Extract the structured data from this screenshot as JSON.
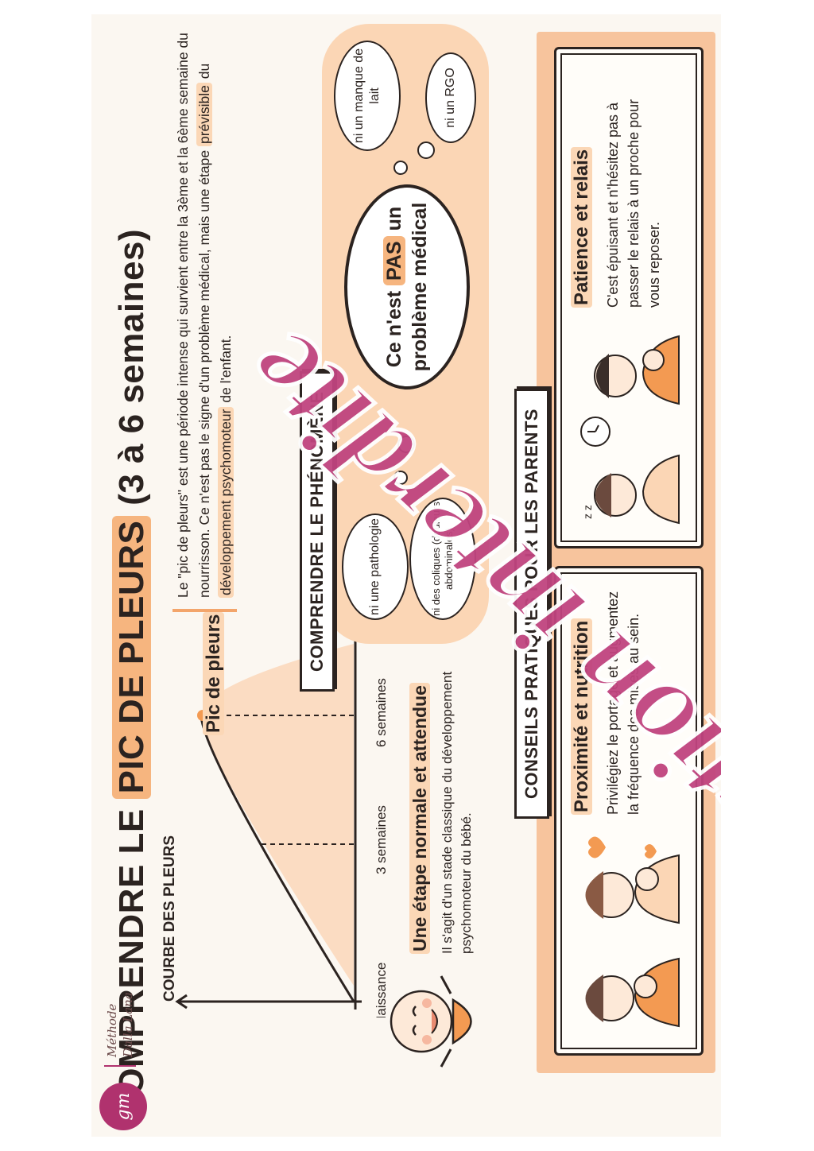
{
  "title": {
    "before": "COMPRENDRE LE ",
    "highlight": "PIC DE PLEURS",
    "after": " (3 à 6 semaines)"
  },
  "curve": {
    "title": "COURBE DES PLEURS",
    "axis": {
      "start": "Naissance",
      "t3": "3 semaines",
      "t6": "6 semaines"
    },
    "peak_label": "Pic de pleurs"
  },
  "intro": {
    "p1": "Le \"pic de pleurs\" est une période intense qui survient entre la 3ème et la 6ème semaine du nourrisson. Ce n'est pas le signe d'un problème médical, mais une étape ",
    "hl1": "prévisible",
    "p2": " du ",
    "hl2": "développement psychomoteur",
    "p3": " de l'enfant."
  },
  "section1": {
    "banner": "COMPRENDRE LE PHÉNOMÈNE"
  },
  "step": {
    "title": "Une étape normale et attendue",
    "text": "Il s'agit d'un stade classique du développement psychomoteur du bébé."
  },
  "clouds": {
    "main_before": "Ce n'est ",
    "main_hl": "PAS",
    "main_after": " un problème médical",
    "c1": "ni une pathologie",
    "c2": "ni des coliques (douleurs abdominales)",
    "c3": "ni un manque de lait",
    "c4": "ni un RGO"
  },
  "section2": {
    "banner": "CONSEILS PRATIQUES POUR LES PARENTS"
  },
  "cards": [
    {
      "title": "Proximité et nutrition",
      "text": "Privilégiez le portage et augmentez la fréquence des mises au sein."
    },
    {
      "title": "Patience et relais",
      "text": "C'est épuisant et n'hésitez pas à passer le relais à un proche pour vous reposer."
    }
  ],
  "logo": {
    "initials": "gm",
    "brand": "Méthode\nDalla Lana"
  },
  "watermark": "Reproduction interdite",
  "colors": {
    "accent": "#f6b57f",
    "accent_light": "#fbd6b5",
    "ink": "#2b2320",
    "brand": "#b0326e"
  }
}
